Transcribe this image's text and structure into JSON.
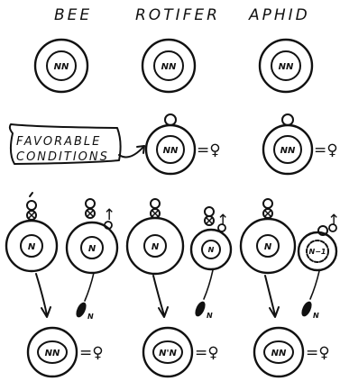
{
  "columns": {
    "bee": "BEE",
    "rotifer": "ROTIFER",
    "aphid": "APHID"
  },
  "callout": {
    "line1": "FAVORABLE",
    "line2": "CONDITIONS"
  },
  "labels": {
    "diploid": "NN",
    "haploid": "N",
    "fused": "N'N",
    "reduced": "N−1",
    "equals_female": "=♀",
    "male_arrow": "↑"
  }
}
